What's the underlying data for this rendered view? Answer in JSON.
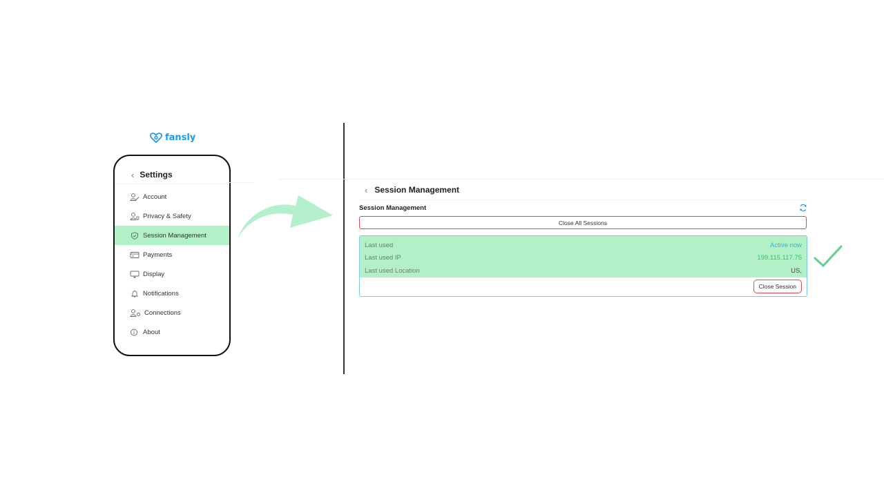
{
  "logo": {
    "text": "fansly"
  },
  "settings": {
    "title": "Settings",
    "items": [
      {
        "label": "Account",
        "icon": "user-edit-icon",
        "active": false
      },
      {
        "label": "Privacy & Safety",
        "icon": "user-shield-icon",
        "active": false
      },
      {
        "label": "Session Management",
        "icon": "shield-check-icon",
        "active": true
      },
      {
        "label": "Payments",
        "icon": "credit-card-icon",
        "active": false
      },
      {
        "label": "Display",
        "icon": "monitor-icon",
        "active": false
      },
      {
        "label": "Notifications",
        "icon": "bell-icon",
        "active": false
      },
      {
        "label": "Connections",
        "icon": "user-link-icon",
        "active": false
      },
      {
        "label": "About",
        "icon": "info-icon",
        "active": false
      }
    ]
  },
  "session_page": {
    "title": "Session Management",
    "section_title": "Session Management",
    "close_all_label": "Close All Sessions",
    "session": {
      "last_used_label": "Last used",
      "last_used_value": "Active now",
      "last_ip_label": "Last used IP",
      "last_ip_value": "199.115.117.75",
      "last_location_label": "Last used Location",
      "last_location_value": "US,",
      "close_label": "Close Session"
    }
  },
  "colors": {
    "brand": "#1d9bf0",
    "highlight": "#b2f0c8",
    "danger_border": "#e04848",
    "active_text": "#31b6d3",
    "ip_text": "#37c46b",
    "arrow": "#b4f0cb",
    "check": "#6bcf8f"
  }
}
